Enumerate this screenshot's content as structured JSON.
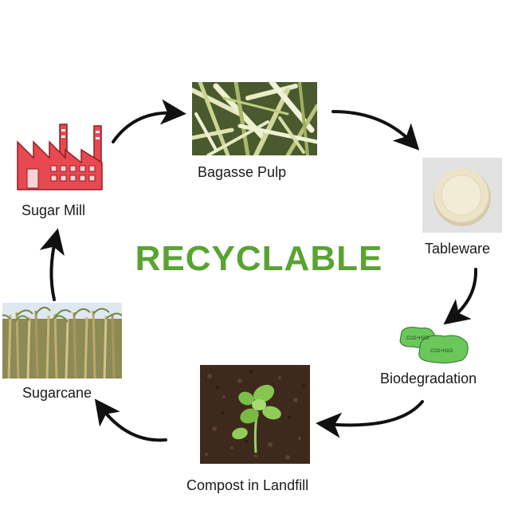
{
  "diagram": {
    "title": "RECYCLABLE",
    "title_color": "#5aa332",
    "arrow_color": "#111111",
    "stages": [
      {
        "id": "bagasse",
        "label": "Bagasse Pulp"
      },
      {
        "id": "tableware",
        "label": "Tableware"
      },
      {
        "id": "biodegradation",
        "label": "Biodegradation",
        "bubble_text_1": "CO2+H2O",
        "bubble_text_2": "CO2+H2O"
      },
      {
        "id": "compost",
        "label": "Compost in Landfill"
      },
      {
        "id": "sugarcane",
        "label": "Sugarcane"
      },
      {
        "id": "sugarmill",
        "label": "Sugar Mill"
      }
    ],
    "colors": {
      "factory": "#e8484f",
      "bubble": "#6ac85a",
      "soil": "#3d2a1c",
      "plant": "#7cc04a",
      "plate": "#ece3c8",
      "cane": "#b9a86a",
      "sky": "#dfe8f1"
    }
  }
}
